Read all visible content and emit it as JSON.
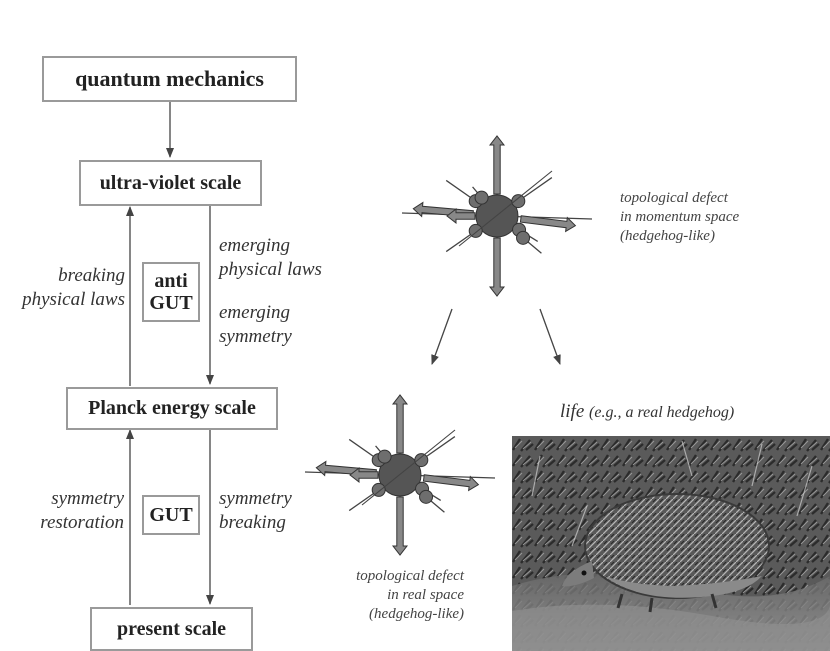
{
  "boxes": {
    "quantum": "quantum mechanics",
    "uv": "ultra-violet scale",
    "planck": "Planck energy scale",
    "present": "present scale",
    "anti_gut": [
      "anti",
      "GUT"
    ],
    "gut": "GUT"
  },
  "labels": {
    "breaking": [
      "breaking",
      "physical laws"
    ],
    "emerging_laws": [
      "emerging",
      "physical laws"
    ],
    "emerging_symmetry": [
      "emerging",
      "symmetry"
    ],
    "symmetry_restoration": [
      "symmetry",
      "restoration"
    ],
    "symmetry_breaking": [
      "symmetry",
      "breaking"
    ],
    "momentum_defect": [
      "topological defect",
      "in momentum space",
      "(hedgehog-like)"
    ],
    "real_defect": [
      "topological defect",
      "in real space",
      "(hedgehog-like)"
    ],
    "life_main": "life",
    "life_paren": "(e.g., a real hedgehog)"
  },
  "colors": {
    "box_border": "#9a9a9a",
    "sphere": "#555555",
    "arrow_fill": "#888888",
    "line": "#444444"
  }
}
